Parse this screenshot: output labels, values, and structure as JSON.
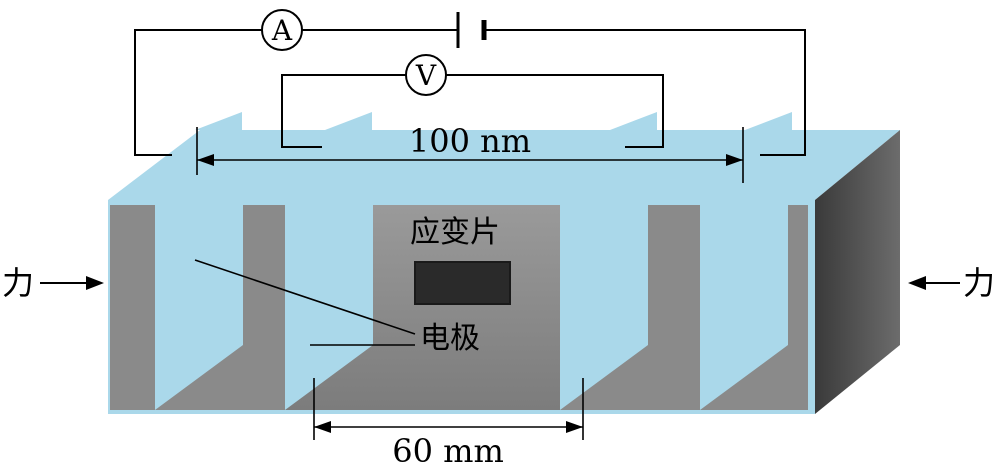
{
  "meters": {
    "ammeter": "A",
    "voltmeter": "V"
  },
  "dimensions": {
    "top_span": "100 nm",
    "bottom_span": "60 mm"
  },
  "labels": {
    "strain_gauge": "应变片",
    "electrode": "电极",
    "force_left": "力",
    "force_right": "力"
  },
  "colors": {
    "water": "#aad8ea",
    "block_face": "#8c8c8c",
    "block_side": "#5e5e5e",
    "gauge": "#2a2a2a"
  }
}
